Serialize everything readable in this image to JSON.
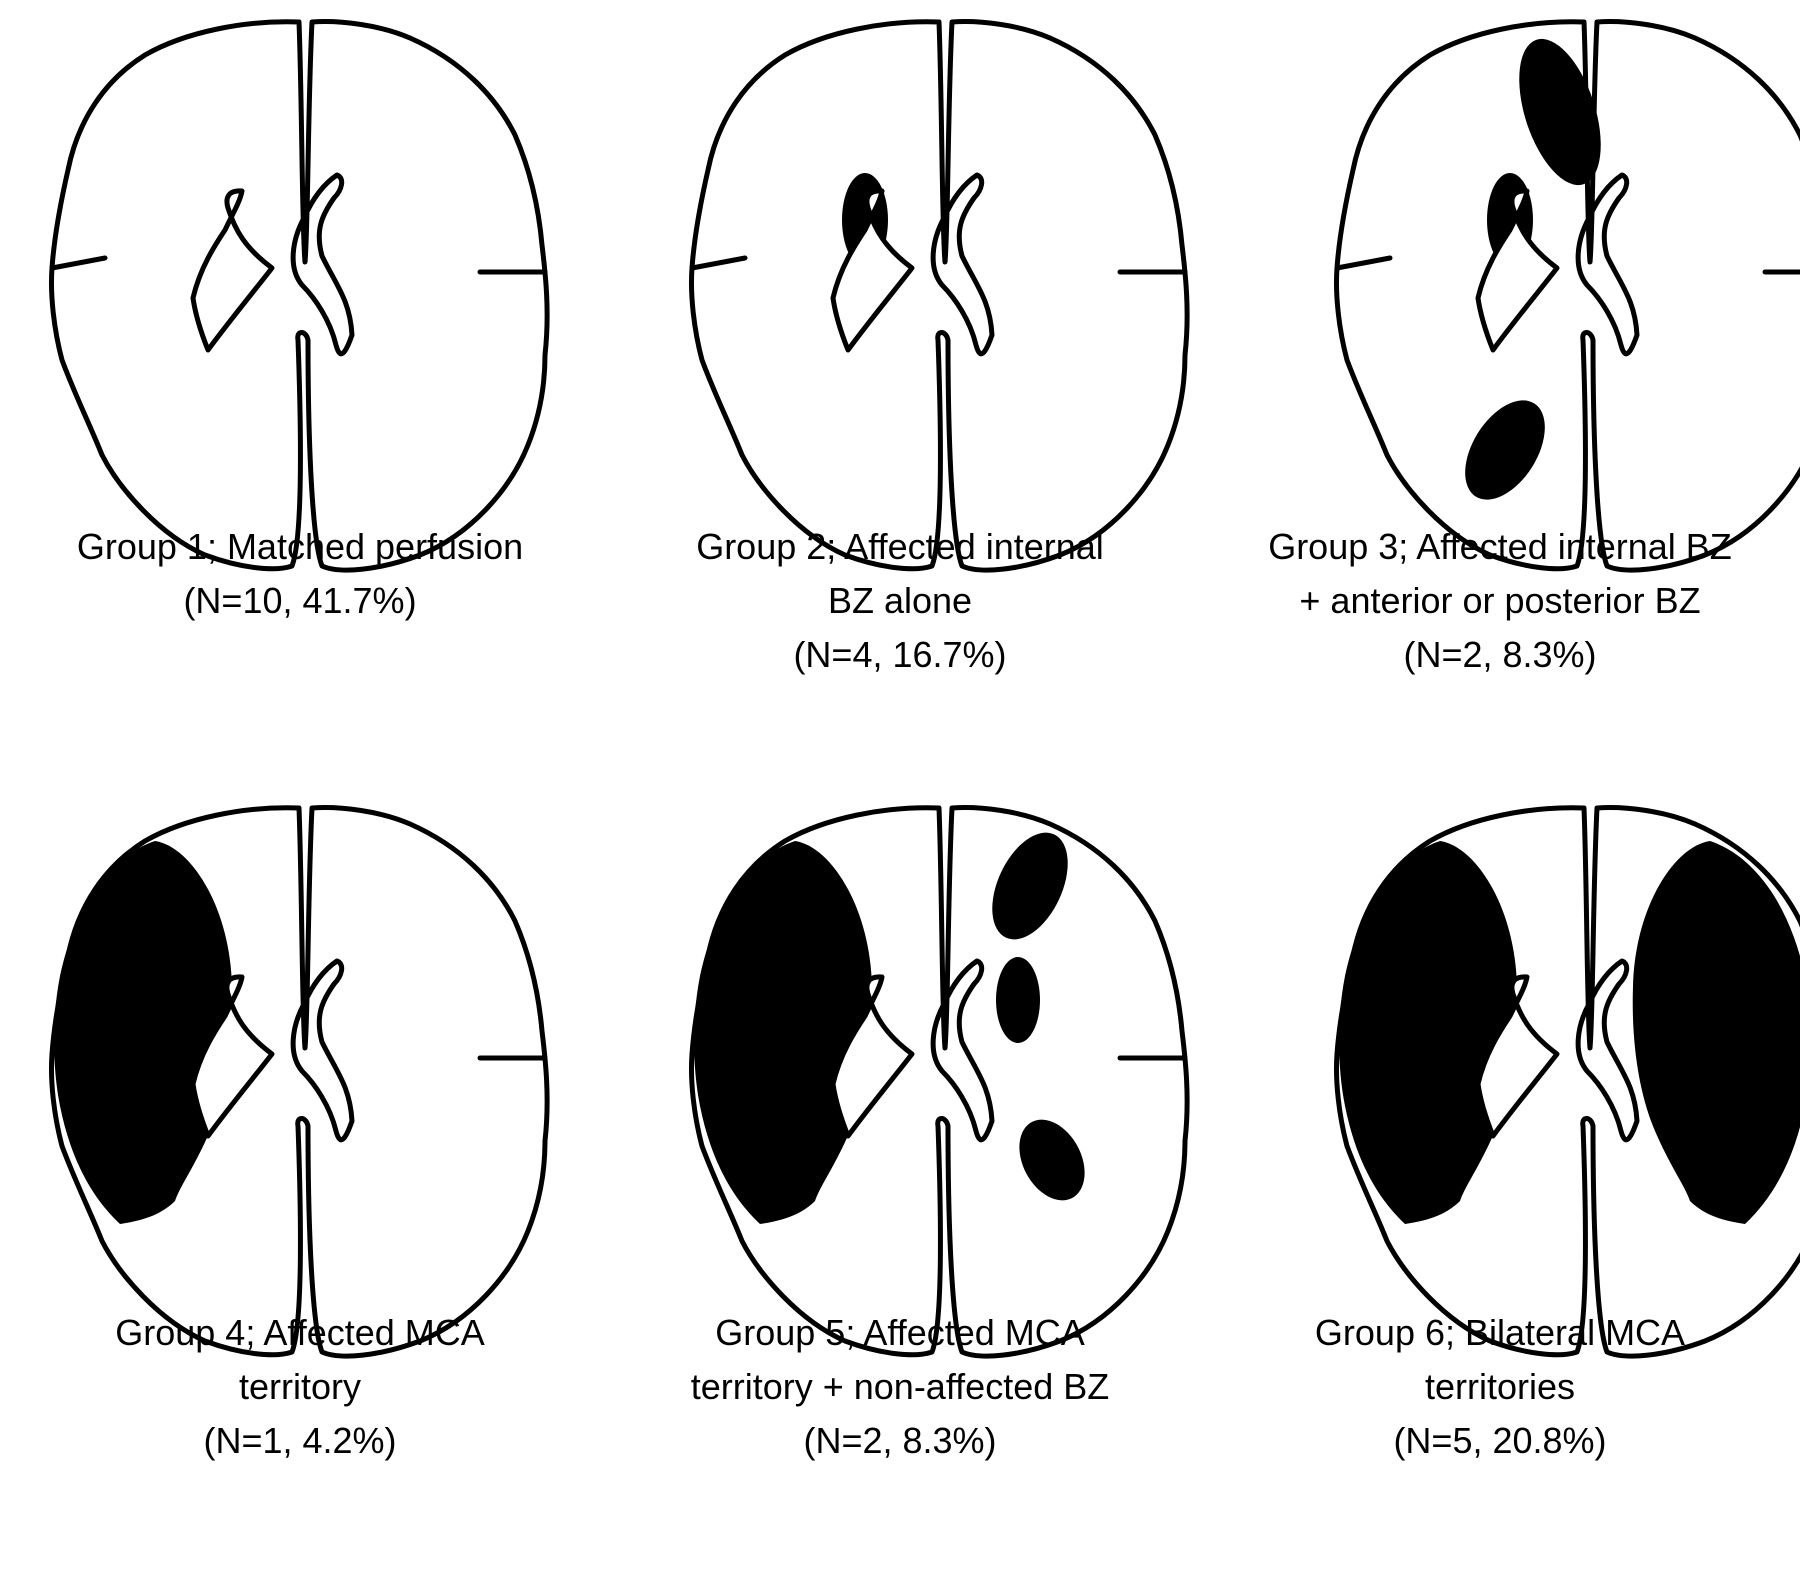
{
  "groups": [
    {
      "id": 1,
      "caption": [
        "Group 1; Matched perfusion",
        "(N=10, 41.7%)"
      ],
      "n": 10,
      "percent": 41.7,
      "lesions": []
    },
    {
      "id": 2,
      "caption": [
        "Group 2; Affected internal",
        "BZ alone",
        "(N=4, 16.7%)"
      ],
      "n": 4,
      "percent": 16.7,
      "lesions": [
        "left-internal-bz"
      ]
    },
    {
      "id": 3,
      "caption": [
        "Group 3; Affected internal BZ",
        "+ anterior or posterior BZ",
        "(N=2, 8.3%)"
      ],
      "n": 2,
      "percent": 8.3,
      "lesions": [
        "left-anterior-bz",
        "left-internal-bz",
        "left-posterior-bz"
      ]
    },
    {
      "id": 4,
      "caption": [
        "Group 4; Affected MCA",
        "territory",
        "(N=1, 4.2%)"
      ],
      "n": 1,
      "percent": 4.2,
      "lesions": [
        "left-mca"
      ]
    },
    {
      "id": 5,
      "caption": [
        "Group 5; Affected MCA",
        "territory + non-affected BZ",
        "(N=2, 8.3%)"
      ],
      "n": 2,
      "percent": 8.3,
      "lesions": [
        "left-mca",
        "right-anterior-bz",
        "right-internal-bz",
        "right-posterior-bz"
      ]
    },
    {
      "id": 6,
      "caption": [
        "Group 6; Bilateral MCA",
        "territories",
        "(N=5, 20.8%)"
      ],
      "n": 5,
      "percent": 20.8,
      "lesions": [
        "left-mca",
        "right-mca"
      ]
    }
  ],
  "colors": {
    "lesion": "#000000",
    "outline": "#000000",
    "background": "#ffffff"
  }
}
